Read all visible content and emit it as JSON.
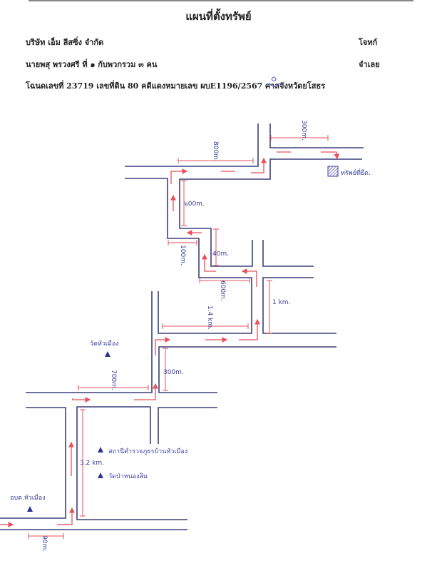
{
  "document": {
    "title": "แผนที่ตั้งทรัพย์",
    "plaintiff": "บริษัท เอ็ม ลีสซิ่ง จำกัด",
    "plaintiff_role": "โจทก์",
    "defendant": "นายพสุ พรวงศรี ที่ ๑ กับพวกรวม ๓ คน",
    "defendant_role": "จำเลย",
    "case_line": "โฉนดเลขที่ 23719 เลขที่ดิน 80 คดีแดงหมายเลข ผบE1196/2567 ศาลจังหวัดยโสธร"
  },
  "map": {
    "colors": {
      "road": "#3b3f7a",
      "route": "#e8505b",
      "label": "#3a3f9a"
    },
    "property_label": "ทรัพย์ที่ยึด.",
    "distances": {
      "d1": "300m.",
      "d2": "800m.",
      "d3": "๖00m.",
      "d4": "100m.",
      "d5": "40m.",
      "d6": "600m.",
      "d7": "1 km.",
      "d8": "1.4 km.",
      "d9": "700m.",
      "d10": "300m.",
      "d11": "3.2 km.",
      "d12": "90m."
    },
    "landmarks": {
      "temple_huamueang": "วัดหัวเมือง",
      "police_station": "สถานีตำรวจภูธรบ้านหัวเมือง",
      "temple_pa_nongsim": "วัดป่าหนองสิม",
      "sao_huamueang": "อบต.หัวเมือง"
    }
  }
}
